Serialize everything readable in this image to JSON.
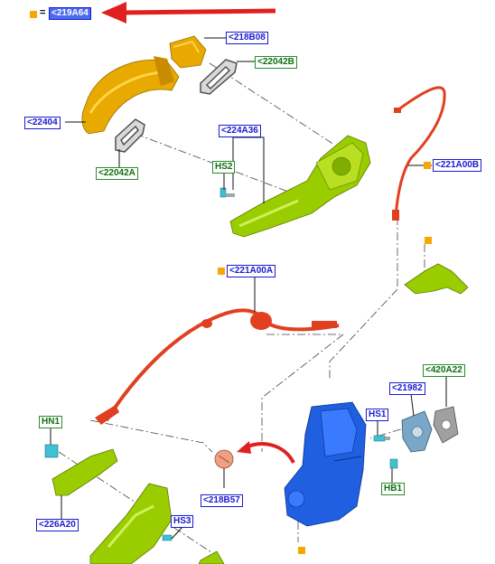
{
  "colors": {
    "marker": "#f5a800",
    "arrow": "#e02020",
    "callout_blue": "#1a1ad0",
    "callout_green": "#2a8c2a",
    "part_yellow": "#e8a900",
    "part_green": "#9acd00",
    "part_red": "#e04020",
    "part_blue": "#1f5fe0",
    "part_cyan": "#40c0d0",
    "part_grey": "#a0a0a0"
  },
  "legend": {
    "equals": "=",
    "code": "<219A64"
  },
  "callouts": {
    "c218B08": "<218B08",
    "c22042B": "<22042B",
    "c22404": "<22404",
    "c22042A": "<22042A",
    "c224A36": "<224A36",
    "hs2": "HS2",
    "c221A00B": "<221A00B",
    "c221A00A": "<221A00A",
    "c420A22": "<420A22",
    "c21982": "<21982",
    "hs1": "HS1",
    "hn1": "HN1",
    "hb1": "HB1",
    "c218B57": "<218B57",
    "hs3": "HS3",
    "c226A20": "<226A20"
  }
}
